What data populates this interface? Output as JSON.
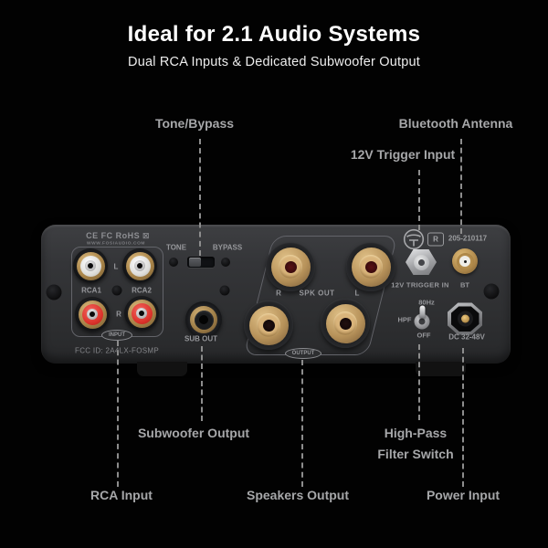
{
  "header": {
    "title": "Ideal for 2.1 Audio Systems",
    "subtitle": "Dual RCA Inputs & Dedicated Subwoofer Output"
  },
  "callouts": {
    "tone_bypass": "Tone/Bypass",
    "bluetooth_antenna": "Bluetooth Antenna",
    "trigger_input": "12V Trigger Input",
    "subwoofer_output": "Subwoofer Output",
    "high_pass_line1": "High-Pass",
    "high_pass_line2": "Filter Switch",
    "rca_input": "RCA Input",
    "speakers_output": "Speakers Output",
    "power_input": "Power Input"
  },
  "panel_text": {
    "certifications": "CE FC RoHS",
    "weee_mark": "☒",
    "website": "WWW.FOSIAUDIO.COM",
    "fcc_id": "FCC ID:  2A4LX-FOSMP",
    "rca1": "RCA1",
    "rca2": "RCA2",
    "channel_l": "L",
    "channel_r": "R",
    "input": "INPUT",
    "output": "OUTPUT",
    "tone": "TONE",
    "bypass": "BYPASS",
    "sub_out": "SUB OUT",
    "spk_r": "R",
    "spk_out": "SPK OUT",
    "spk_l": "L",
    "giteki_number": "205-210117",
    "r_mark": "R",
    "trigger_in": "12V TRIGGER IN",
    "bt": "BT",
    "hpf_freq": "80Hz",
    "hpf": "HPF",
    "hpf_off": "OFF",
    "dc_power": "DC 32-48V"
  },
  "colors": {
    "background": "#020202",
    "panel": "#313235",
    "binding_post_gold": "#c6a063",
    "rca_red": "#da312a",
    "rca_white": "#f0efec",
    "label_gray": "#a6a7a9",
    "dash_gray": "#8d8d8d"
  }
}
